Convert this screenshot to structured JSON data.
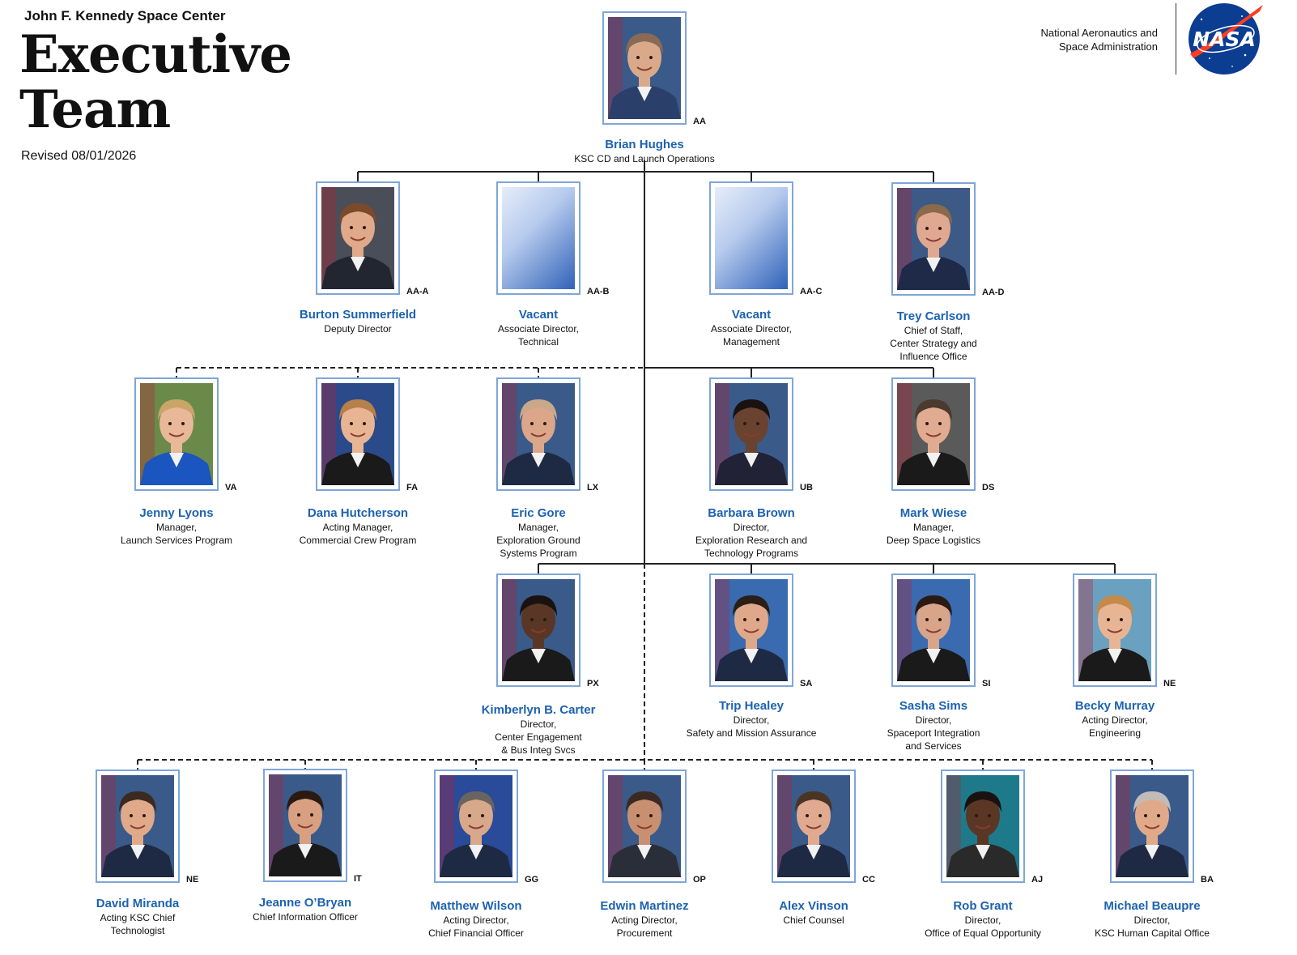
{
  "header": {
    "center_name": "John F. Kennedy Space Center",
    "title": "Executive Team",
    "revised": "Revised 08/01/2026",
    "agency": "National Aeronautics and Space Administration",
    "logo_text": "NASA"
  },
  "colors": {
    "name_blue": "#1d62b0",
    "frame_blue": "#7ea6d8",
    "logo_blue": "#0b3d91",
    "logo_red": "#fc3d21"
  },
  "people": [
    {
      "name": "Brian Hughes",
      "role": "KSC CD and Launch Operations",
      "code": "AA",
      "vacant": false,
      "skin": "#d9a98a",
      "hair": "#8a6a55",
      "suit": "#2b3f6b",
      "bg": "#3a5a8a"
    },
    {
      "name": "Burton Summerfield",
      "role": "Deputy Director",
      "code": "AA-A",
      "vacant": false,
      "skin": "#e0a98a",
      "hair": "#7a4a2a",
      "suit": "#222630",
      "bg": "#4a4e58"
    },
    {
      "name": "Vacant",
      "role": "Associate Director,\nTechnical",
      "code": "AA-B",
      "vacant": true
    },
    {
      "name": "Vacant",
      "role": "Associate Director,\nManagement",
      "code": "AA-C",
      "vacant": true
    },
    {
      "name": "Trey Carlson",
      "role": "Chief of Staff,\nCenter Strategy and\nInfluence Office",
      "code": "AA-D",
      "vacant": false,
      "skin": "#e0a890",
      "hair": "#8a6a4a",
      "suit": "#1e2a48",
      "bg": "#3d5a86"
    },
    {
      "name": "Jenny Lyons",
      "role": "Manager,\nLaunch Services Program",
      "code": "VA",
      "vacant": false,
      "skin": "#e8b898",
      "hair": "#c9a56a",
      "suit": "#1a55c0",
      "bg": "#6a8a4a"
    },
    {
      "name": "Dana Hutcherson",
      "role": "Acting Manager,\nCommercial Crew Program",
      "code": "FA",
      "vacant": false,
      "skin": "#e8b594",
      "hair": "#b5804a",
      "suit": "#1a1a1a",
      "bg": "#2a4a8a"
    },
    {
      "name": "Eric Gore",
      "role": "Manager,\nExploration Ground\nSystems Program",
      "code": "LX",
      "vacant": false,
      "skin": "#dba68a",
      "hair": "#c9a88a",
      "suit": "#1e2a44",
      "bg": "#3a5a8a"
    },
    {
      "name": "Barbara Brown",
      "role": "Director,\nExploration Research and\nTechnology Programs",
      "code": "UB",
      "vacant": false,
      "skin": "#6a4230",
      "hair": "#1a1210",
      "suit": "#222236",
      "bg": "#3a5a8a"
    },
    {
      "name": "Mark Wiese",
      "role": "Manager,\nDeep Space Logistics",
      "code": "DS",
      "vacant": false,
      "skin": "#e0ab90",
      "hair": "#4a3a30",
      "suit": "#1a1a1a",
      "bg": "#5a5a5a"
    },
    {
      "name": "Kimberlyn B. Carter",
      "role": "Director,\nCenter Engagement\n& Bus Integ Svcs",
      "code": "PX",
      "vacant": false,
      "skin": "#5a3626",
      "hair": "#1a1210",
      "suit": "#1a1a1a",
      "bg": "#3a5a8a"
    },
    {
      "name": "Trip Healey",
      "role": "Director,\nSafety and Mission  Assurance",
      "code": "SA",
      "vacant": false,
      "skin": "#e0a88a",
      "hair": "#2a1e16",
      "suit": "#1e2a44",
      "bg": "#3a6ab0"
    },
    {
      "name": "Sasha Sims",
      "role": "Director,\nSpaceport Integration\nand Services",
      "code": "SI",
      "vacant": false,
      "skin": "#d8a48a",
      "hair": "#2a1a12",
      "suit": "#1a1a1a",
      "bg": "#3a6ab0"
    },
    {
      "name": "Becky Murray",
      "role": "Acting Director,\nEngineering",
      "code": "NE",
      "vacant": false,
      "skin": "#e8b594",
      "hair": "#c48a4a",
      "suit": "#1a1a1a",
      "bg": "#6aa0c0"
    },
    {
      "name": "David Miranda",
      "role": "Acting KSC Chief\nTechnologist",
      "code": "NE",
      "vacant": false,
      "skin": "#e0aa8a",
      "hair": "#3a2a20",
      "suit": "#1e2a44",
      "bg": "#3a5a8a"
    },
    {
      "name": "Jeanne O’Bryan",
      "role": "Chief Information Officer",
      "code": "IT",
      "vacant": false,
      "skin": "#d8a080",
      "hair": "#2a1a12",
      "suit": "#1a1a1a",
      "bg": "#3a5a8a"
    },
    {
      "name": "Matthew Wilson",
      "role": "Acting Director,\nChief Financial Officer",
      "code": "GG",
      "vacant": false,
      "skin": "#d8a88a",
      "hair": "#6a6460",
      "suit": "#1e2a44",
      "bg": "#2a4a9a"
    },
    {
      "name": "Edwin Martinez",
      "role": "Acting Director,\nProcurement",
      "code": "OP",
      "vacant": false,
      "skin": "#c89070",
      "hair": "#3a2a22",
      "suit": "#2a2e38",
      "bg": "#3a5a8a"
    },
    {
      "name": "Alex Vinson",
      "role": "Chief Counsel",
      "code": "CC",
      "vacant": false,
      "skin": "#e0aa90",
      "hair": "#4a3424",
      "suit": "#1e2a44",
      "bg": "#3a5a8a"
    },
    {
      "name": "Rob Grant",
      "role": "Director,\nOffice of Equal Opportunity",
      "code": "AJ",
      "vacant": false,
      "skin": "#5a3624",
      "hair": "#1a1210",
      "suit": "#2a2a2a",
      "bg": "#1e7a8a"
    },
    {
      "name": "Michael Beaupre",
      "role": "Director,\nKSC Human Capital Office",
      "code": "BA",
      "vacant": false,
      "skin": "#e0aa8a",
      "hair": "#c0bcb8",
      "suit": "#1e2a44",
      "bg": "#3a5a8a"
    }
  ]
}
